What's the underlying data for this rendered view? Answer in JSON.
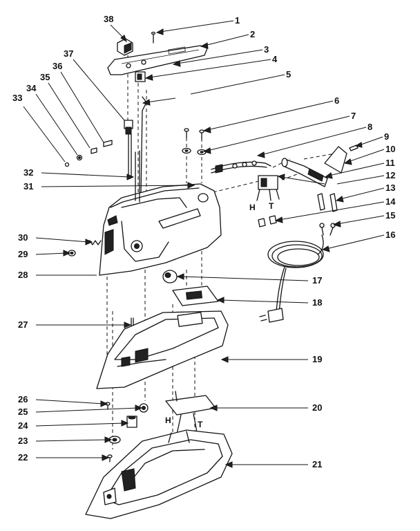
{
  "callouts": [
    "1",
    "2",
    "3",
    "4",
    "5",
    "6",
    "7",
    "8",
    "9",
    "10",
    "11",
    "12",
    "13",
    "14",
    "15",
    "16",
    "17",
    "18",
    "19",
    "20",
    "21",
    "22",
    "23",
    "24",
    "25",
    "26",
    "27",
    "28",
    "29",
    "30",
    "31",
    "32",
    "33",
    "34",
    "35",
    "36",
    "37",
    "38"
  ],
  "wire_labels": [
    "H",
    "T",
    "H",
    "T"
  ]
}
